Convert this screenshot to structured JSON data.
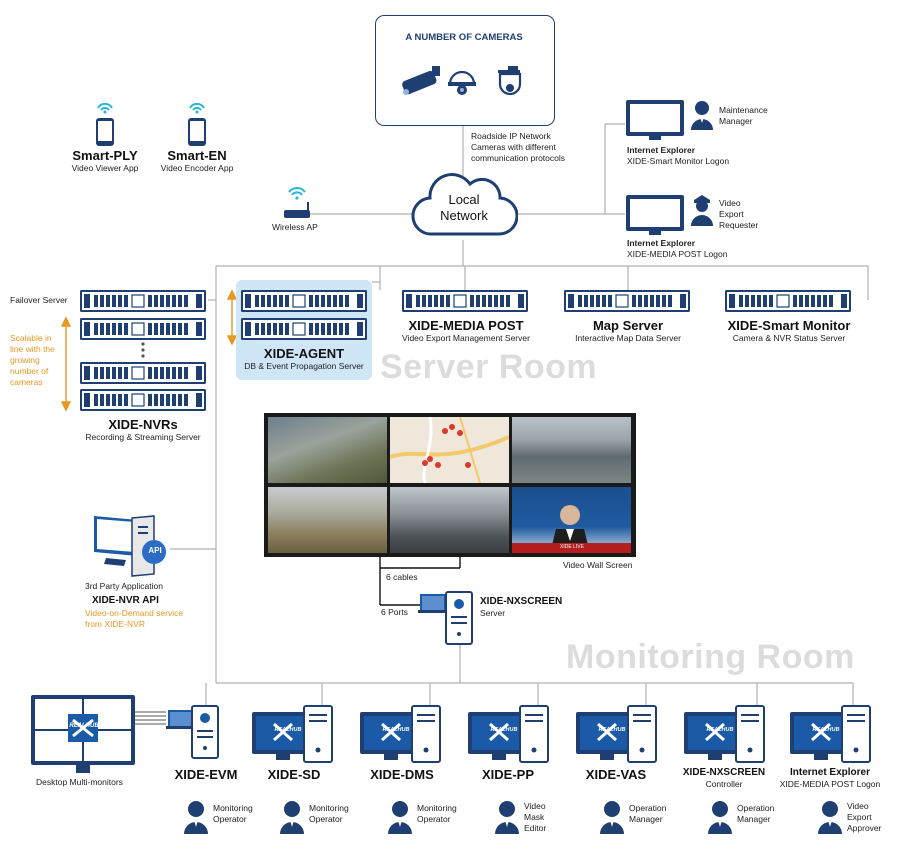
{
  "cameras": {
    "title": "A NUMBER OF CAMERAS",
    "note1": "Roadside IP Network",
    "note2": "Cameras with different",
    "note3": "communication protocols"
  },
  "apps": {
    "ply_name": "Smart-PLY",
    "ply_desc": "Video Viewer App",
    "en_name": "Smart-EN",
    "en_desc": "Video Encoder App"
  },
  "wireless": "Wireless AP",
  "network": {
    "line1": "Local",
    "line2": "Network"
  },
  "maintenance": {
    "role1": "Maintenance",
    "role2": "Manager",
    "browser": "Internet Explorer",
    "app": "XIDE-Smart Monitor Logon"
  },
  "export_req": {
    "role1": "Video",
    "role2": "Export",
    "role3": "Requester",
    "browser": "Internet Explorer",
    "app": "XIDE-MEDIA POST Logon"
  },
  "servers": {
    "failover": "Failover Server",
    "scalable1": "Scalable in",
    "scalable2": "line with the",
    "scalable3": "growing",
    "scalable4": "number of",
    "scalable5": "cameras",
    "nvr_name": "XIDE-NVRs",
    "nvr_desc": "Recording & Streaming Server",
    "agent_name": "XIDE-AGENT",
    "agent_desc": "DB & Event Propagation Server",
    "media_name": "XIDE-MEDIA POST",
    "media_desc": "Video Export Management Server",
    "map_name": "Map Server",
    "map_desc": "Interactive Map Data Server",
    "smart_name": "XIDE-Smart Monitor",
    "smart_desc": "Camera & NVR Status Server"
  },
  "rooms": {
    "server": "Server Room",
    "monitoring": "Monitoring Room"
  },
  "third_party": {
    "line1": "3rd Party Application",
    "api_badge": "API",
    "name": "XIDE-NVR API",
    "desc1": "Video-on-Demand service",
    "desc2": "from XIDE-NVR"
  },
  "videowall": {
    "label": "Video Wall Screen",
    "cables": "6 cables",
    "ports": "6 Ports",
    "news_caption": "XIDE LIVE"
  },
  "nxscreen_server": {
    "name": "XIDE-NXSCREEN",
    "desc": "Server"
  },
  "brand": "REALHUB",
  "multi": "Desktop Multi-monitors",
  "clients": [
    {
      "name": "XIDE-EVM",
      "sub": "",
      "role1": "Monitoring",
      "role2": "Operator",
      "role3": ""
    },
    {
      "name": "XIDE-SD",
      "sub": "",
      "role1": "Monitoring",
      "role2": "Operator",
      "role3": ""
    },
    {
      "name": "XIDE-DMS",
      "sub": "",
      "role1": "Monitoring",
      "role2": "Operator",
      "role3": ""
    },
    {
      "name": "XIDE-PP",
      "sub": "",
      "role1": "Video",
      "role2": "Mask",
      "role3": "Editor"
    },
    {
      "name": "XIDE-VAS",
      "sub": "",
      "role1": "Operation",
      "role2": "Manager",
      "role3": ""
    },
    {
      "name": "XIDE-NXSCREEN",
      "sub": "Controller",
      "role1": "Operation",
      "role2": "Manager",
      "role3": ""
    },
    {
      "name": "Internet Explorer",
      "sub": "XIDE-MEDIA POST Logon",
      "role1": "Video",
      "role2": "Export",
      "role3": "Approver"
    }
  ],
  "colors": {
    "navy": "#1f3f73",
    "blue": "#1a5aa6",
    "orange": "#e8971f",
    "line": "#b0b0b0"
  }
}
